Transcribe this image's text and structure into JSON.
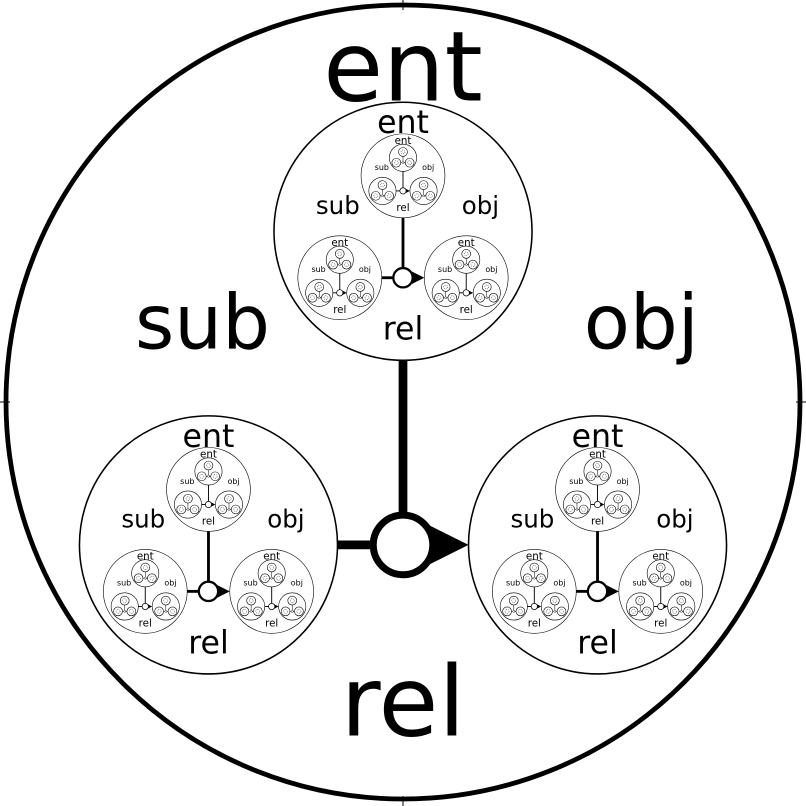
{
  "labels": {
    "entity": "ent",
    "subject": "sub",
    "object": "obj",
    "relation": "rel"
  },
  "colors": {
    "stroke": "#000000",
    "background": "#ffffff"
  }
}
